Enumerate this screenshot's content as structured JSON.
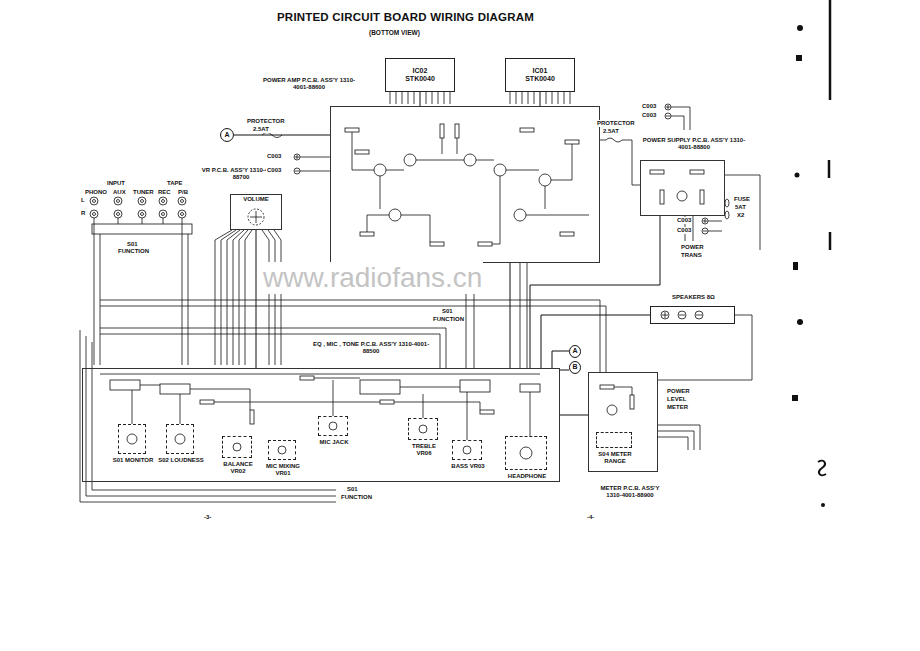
{
  "diagram": {
    "title": "PRINTED CIRCUIT BOARD WIRING DIAGRAM",
    "nodes": [
      {
        "text": [
          "IC02",
          "STK0040"
        ]
      },
      {
        "text": [
          "IC01",
          "STK0040"
        ]
      },
      {
        "text": [
          "POWER AMP P.C.B. ASS'Y 1310-4001-88600"
        ]
      },
      {
        "text": [
          "VR P.C.B. ASS'Y 1310-4001-88700",
          "VOLUME"
        ]
      },
      {
        "text": [
          "POWER SUPPLY P.C.B. ASS'Y 1310-4001-88800"
        ]
      },
      {
        "text": [
          "EQ , MIC , TONE P.C.B. ASS'Y 1310-4001-88500"
        ]
      },
      {
        "text": [
          "S01 MONITOR"
        ],
        "in": 5
      },
      {
        "text": [
          "S02 LOUDNESS"
        ],
        "in": 5
      },
      {
        "text": [
          "BALANCE VR02"
        ],
        "in": 5
      },
      {
        "text": [
          "MIC MIXING VR01"
        ],
        "in": 5
      },
      {
        "text": [
          "MIC JACK"
        ],
        "in": 5
      },
      {
        "text": [
          "TREBLE VR06"
        ],
        "in": 5
      },
      {
        "text": [
          "BASS VR03"
        ],
        "in": 5
      },
      {
        "text": [
          "HEADPHONE"
        ],
        "in": 5
      },
      {
        "text": [
          "METER P.C.B. ASS'Y 1310-4001-88900"
        ]
      },
      {
        "text": [
          "S04 METER RANGE"
        ],
        "in": 14
      },
      {
        "text": [
          "SPEAKERS 8Ω"
        ]
      },
      {
        "text": [
          "A"
        ]
      },
      {
        "text": [
          "A"
        ]
      },
      {
        "text": [
          "B"
        ]
      }
    ],
    "edges": [
      {
        "from": 0,
        "to": 2,
        "arrow": "none"
      },
      {
        "from": 1,
        "to": 2,
        "arrow": "none"
      },
      {
        "from": 17,
        "to": 2,
        "arrow": "none"
      },
      {
        "from": 2,
        "to": 5,
        "arrow": "none"
      },
      {
        "from": 3,
        "to": 5,
        "arrow": "none"
      },
      {
        "from": 4,
        "to": 5,
        "arrow": "none"
      },
      {
        "from": 16,
        "to": 5,
        "arrow": "none"
      },
      {
        "from": 18,
        "to": 5,
        "arrow": "none"
      },
      {
        "from": 19,
        "to": 5,
        "arrow": "none"
      },
      {
        "from": 14,
        "to": 5,
        "arrow": "none"
      }
    ],
    "labels": [
      "(BOTTOM VIEW)",
      "PROTECTOR",
      "2.5AT",
      "C003",
      "C003",
      "C003",
      "C003",
      "PROTECTOR",
      "2.5AT",
      "C003",
      "C003",
      "FUSE",
      "5AT",
      "X2",
      "POWER",
      "TRANS",
      "INPUT",
      "TAPE",
      "PHONO",
      "AUX",
      "TUNER",
      "REC",
      "P/B",
      "L",
      "R",
      "S01",
      "FUNCTION",
      "S01",
      "FUNCTION",
      "POWER",
      "LEVEL",
      "METER",
      "S01",
      "FUNCTION",
      "-3-",
      "-4-",
      "www.radiofans.cn"
    ]
  }
}
